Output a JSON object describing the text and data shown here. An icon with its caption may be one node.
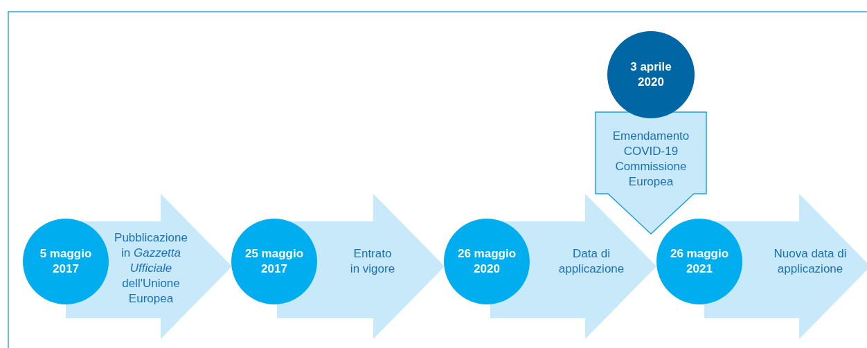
{
  "diagram": {
    "nodes": [
      {
        "text": [
          "3 aprile 2020"
        ]
      },
      {
        "text": [
          "Emendamento COVID-19 Commissione Europea"
        ]
      },
      {
        "text": [
          "5 maggio 2017"
        ]
      },
      {
        "text": [
          "Pubblicazione in *Gazzetta Ufficiale* dell'Unione Europea"
        ]
      },
      {
        "text": [
          "25 maggio 2017"
        ]
      },
      {
        "text": [
          "Entrato in vigore"
        ]
      },
      {
        "text": [
          "26 maggio 2020"
        ]
      },
      {
        "text": [
          "Data di applicazione"
        ]
      },
      {
        "text": [
          "26 maggio 2021"
        ]
      },
      {
        "text": [
          "Nuova data di applicazione"
        ]
      }
    ]
  }
}
